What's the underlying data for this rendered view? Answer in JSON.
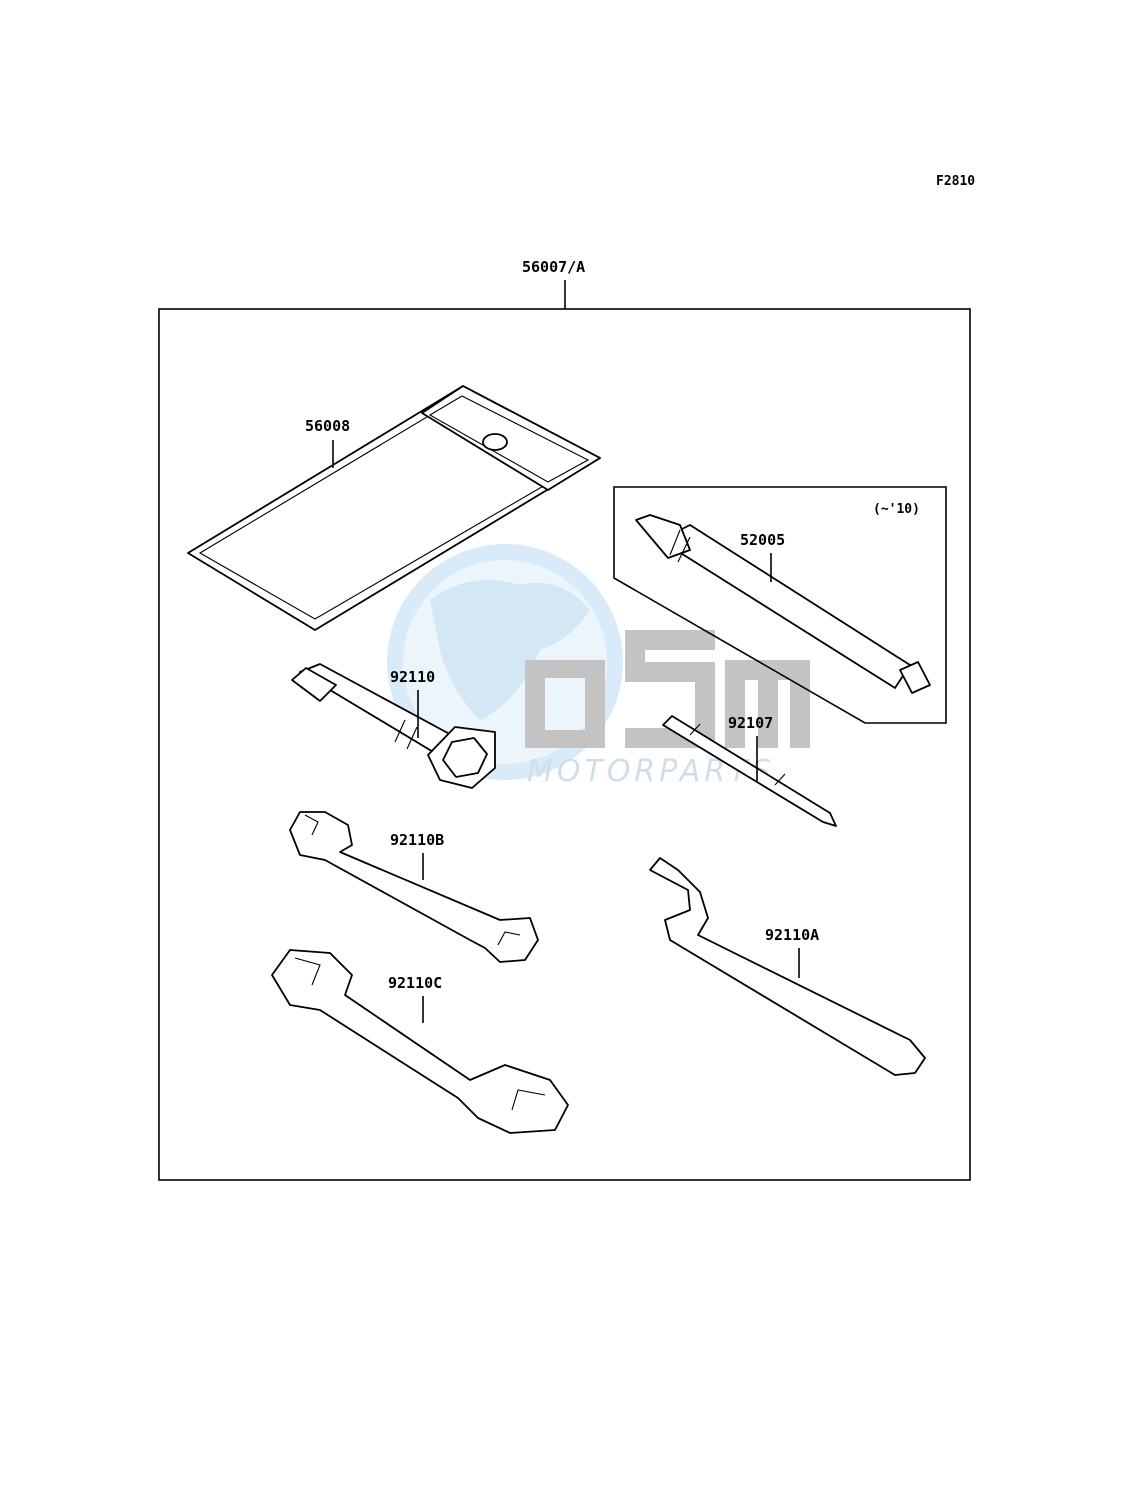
{
  "figure_code": "F2810",
  "kit_label": "56007/A",
  "variant_note": "(~'10)",
  "parts": {
    "case": "56008",
    "pump_tool": "52005",
    "box_wrench": "92110",
    "screwdriver": "92107",
    "wrench_b": "92110B",
    "wrench_c": "92110C",
    "spanner_a": "92110A"
  },
  "watermark": {
    "brand": "OSM",
    "tagline": "MOTORPARTS",
    "colors": {
      "globe": "#cfe6f7",
      "letters": "#b8b8b8",
      "tagline": "#c8dbe8"
    }
  }
}
